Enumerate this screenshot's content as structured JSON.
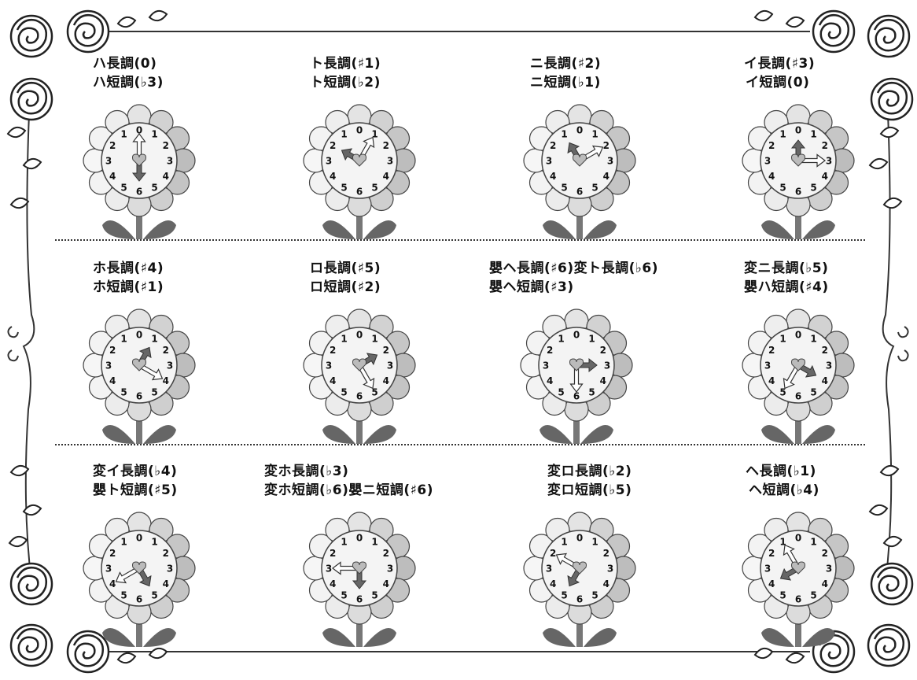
{
  "cells": [
    {
      "line1": "ハ長調(0)",
      "line2": "ハ短調(♭3)",
      "dark": 180,
      "light": 0
    },
    {
      "line1": "ト長調(♯1)",
      "line2": "ト短調(♭2)",
      "dark": 300,
      "light": 30
    },
    {
      "line1": "ニ長調(♯2)",
      "line2": "ニ短調(♭1)",
      "dark": 330,
      "light": 60
    },
    {
      "line1": "イ長調(♯3)",
      "line2": "イ短調(0)",
      "dark": 0,
      "light": 90
    },
    {
      "line1": "ホ長調(♯4)",
      "line2": "ホ短調(♯1)",
      "dark": 30,
      "light": 120
    },
    {
      "line1": "ロ長調(♯5)",
      "line2": "ロ短調(♯2)",
      "dark": 60,
      "light": 150
    },
    {
      "line1": "嬰ヘ長調(♯6)変ト長調(♭6)",
      "line2": "嬰ヘ短調(♯3)",
      "dark": 90,
      "light": 180
    },
    {
      "line1": "変ニ長調(♭5)",
      "line2": "嬰ハ短調(♯4)",
      "dark": 120,
      "light": 210
    },
    {
      "line1": "変イ長調(♭4)",
      "line2": "嬰ト短調(♯5)",
      "dark": 150,
      "light": 240
    },
    {
      "line1": "変ホ長調(♭3)",
      "line2": "変ホ短調(♭6)嬰ニ短調(♯6)",
      "dark": 180,
      "light": 270
    },
    {
      "line1": "変ロ長調(♭2)",
      "line2": "変ロ短調(♭5)",
      "dark": 210,
      "light": 300
    },
    {
      "line1": "ヘ長調(♭1)",
      "line2": "ヘ短調(♭4)",
      "dark": 240,
      "light": 330
    }
  ],
  "dial_numbers": [
    "0",
    "1",
    "2",
    "3",
    "4",
    "5",
    "6",
    "5",
    "4",
    "3",
    "2",
    "1"
  ]
}
